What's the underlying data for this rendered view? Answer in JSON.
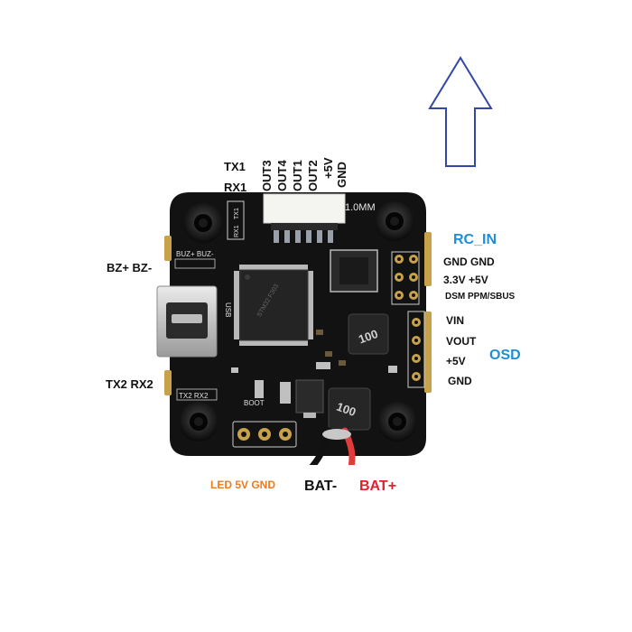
{
  "colors": {
    "board": "#121212",
    "arrow": "#3547a5",
    "rc_osd_label": "#1e8fd6",
    "bat_plus": "#e0202a",
    "led_label": "#f07a1c",
    "gold_pad": "#c8a24a"
  },
  "top_labels": {
    "tx1": "TX1",
    "rx1": "RX1",
    "out3": "OUT3",
    "out4": "OUT4",
    "out1": "OUT1",
    "out2": "OUT2",
    "plus5v": "+5V",
    "gnd": "GND"
  },
  "left_labels": {
    "bz": "BZ+ BZ-",
    "tx2rx2": "TX2  RX2"
  },
  "right_labels": {
    "rc_in": "RC_IN",
    "gnd_gnd": "GND GND",
    "v33_5v": "3.3V  +5V",
    "dsm_ppm": "DSM  PPM/SBUS",
    "vin": "VIN",
    "vout": "VOUT",
    "osd": "OSD",
    "plus5v": "+5V",
    "gnd": "GND"
  },
  "bottom_labels": {
    "led": "LED 5V GND",
    "bat_minus": "BAT-",
    "bat_plus": "BAT+"
  },
  "silkscreen": {
    "connector": "1.0MM",
    "tx1": "TX1",
    "rx1": "RX1",
    "buz": "BUZ+ BUZ-",
    "usb": "USB",
    "tx2": "TX2 RX2",
    "boot": "BOOT",
    "ind1": "100",
    "ind2": "100"
  }
}
